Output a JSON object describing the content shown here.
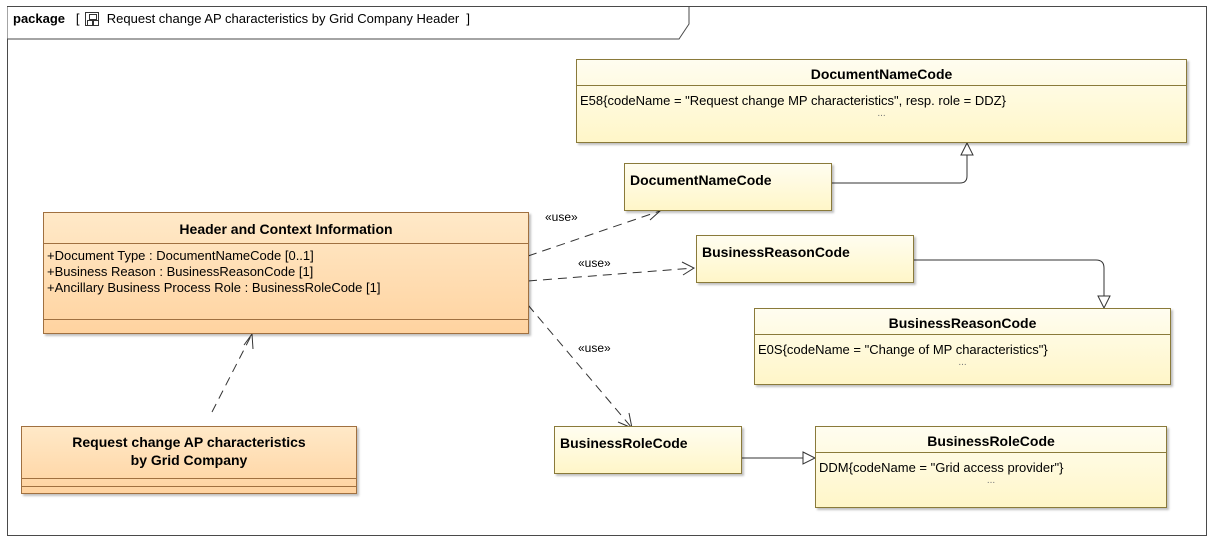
{
  "frame": {
    "keyword": "package",
    "title": "Request change AP characteristics by Grid Company Header"
  },
  "classes": {
    "header_context": {
      "name": "Header and Context Information",
      "attributes": [
        "+Document Type : DocumentNameCode [0..1]",
        "+Business Reason : BusinessReasonCode [1]",
        "+Ancillary Business Process Role : BusinessRoleCode [1]"
      ]
    },
    "request_change": {
      "name_line1": "Request change AP characteristics",
      "name_line2": "by Grid Company"
    },
    "document_name_code_ref": {
      "name": "DocumentNameCode"
    },
    "business_reason_code_ref": {
      "name": "BusinessReasonCode"
    },
    "business_role_code_ref": {
      "name": "BusinessRoleCode"
    },
    "document_name_code_enum": {
      "name": "DocumentNameCode",
      "literal": "E58{codeName = \"Request change MP characteristics\", resp. role = DDZ}",
      "ellipsis": "..."
    },
    "business_reason_code_enum": {
      "name": "BusinessReasonCode",
      "literal": "E0S{codeName = \"Change of MP characteristics\"}",
      "ellipsis": "..."
    },
    "business_role_code_enum": {
      "name": "BusinessRoleCode",
      "literal": "DDM{codeName = \"Grid access provider\"}",
      "ellipsis": "..."
    }
  },
  "dependencies": {
    "use_label": "«use»"
  },
  "colors": {
    "class_fill": "#fff6c8",
    "highlight_fill": "#ffd3a0",
    "border": "#8a7a3a",
    "edge": "#333333"
  }
}
